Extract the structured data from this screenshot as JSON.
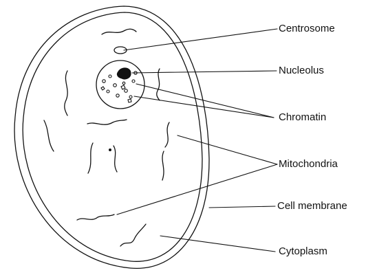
{
  "diagram": {
    "labels": {
      "centrosome": "Centrosome",
      "nucleolus": "Nucleolus",
      "chromatin": "Chromatin",
      "mitochondria": "Mitochondria",
      "cell_membrane": "Cell membrane",
      "cytoplasm": "Cytoplasm"
    }
  }
}
